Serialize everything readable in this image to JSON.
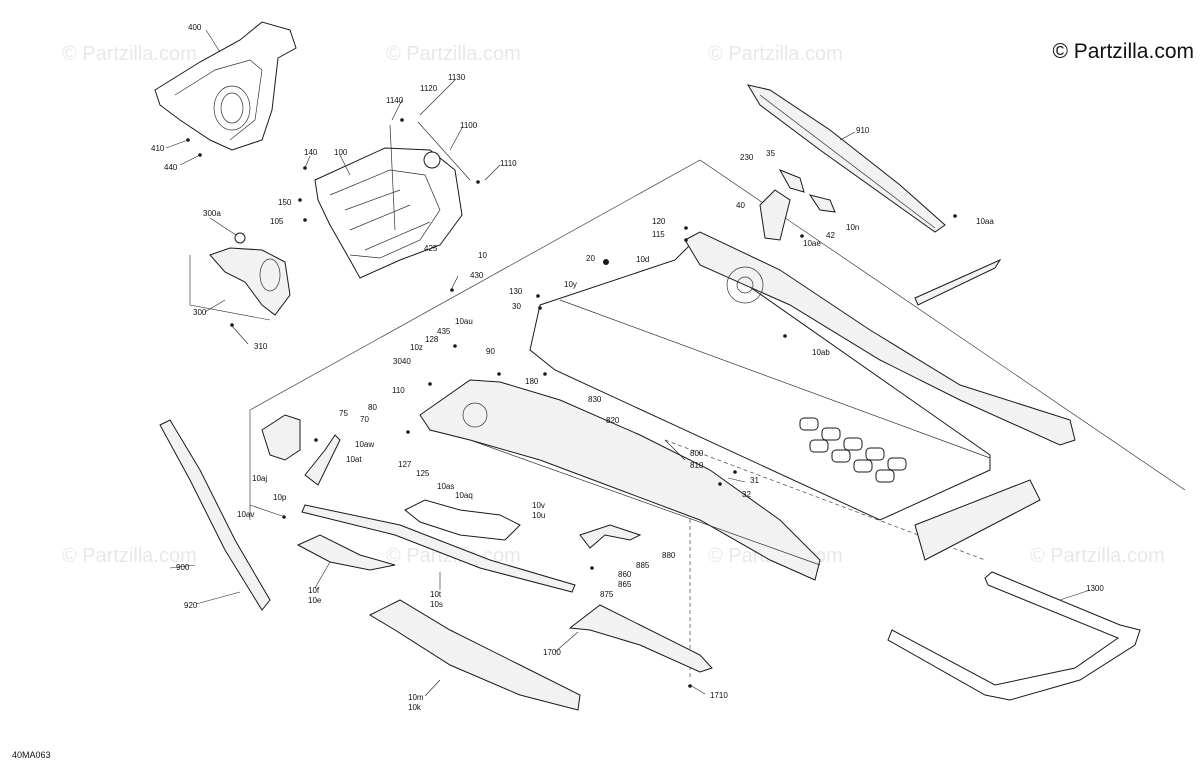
{
  "copyright": "© Partzilla.com",
  "watermark": "© Partzilla.com",
  "diagram_code": "40MA063",
  "callouts": {
    "c400": "400",
    "c410": "410",
    "c440": "440",
    "c1140": "1140",
    "c1120": "1120",
    "c1130": "1130",
    "c1100": "1100",
    "c1110": "1110",
    "c140": "140",
    "c100": "100",
    "c150": "150",
    "c105": "105",
    "c425": "425",
    "c430": "430",
    "c10": "10",
    "c300a": "300a",
    "c300": "300",
    "c310": "310",
    "c910": "910",
    "c230": "230",
    "c35": "35",
    "c40": "40",
    "c42": "42",
    "c10n": "10n",
    "c10ae": "10ae",
    "c10aa": "10aa",
    "c120": "120",
    "c115": "115",
    "c10d": "10d",
    "c20": "20",
    "c10y": "10y",
    "c130": "130",
    "c30": "30",
    "c10ab": "10ab",
    "c180": "180",
    "c10au": "10au",
    "c435": "435",
    "c128": "128",
    "c10z": "10z",
    "c90": "90",
    "c3040": "3040",
    "c110": "110",
    "c830": "830",
    "c820": "820",
    "c75": "75",
    "c80": "80",
    "c70": "70",
    "c10aw": "10aw",
    "c127": "127",
    "c125": "125",
    "c10aj": "10aj",
    "c10at": "10at",
    "c10p": "10p",
    "c800": "800",
    "c810": "810",
    "c31": "31",
    "c32": "32",
    "c10as": "10as",
    "c10aq": "10aq",
    "c10av": "10av",
    "c10v": "10v",
    "c10u": "10u",
    "c880": "880",
    "c885": "885",
    "c860": "860",
    "c865": "865",
    "c875": "875",
    "c900": "900",
    "c920": "920",
    "c10f": "10f",
    "c10e": "10e",
    "c10t": "10t",
    "c10s": "10s",
    "c1300": "1300",
    "c1700": "1700",
    "c1710": "1710",
    "c10m": "10m",
    "c10k": "10k"
  }
}
